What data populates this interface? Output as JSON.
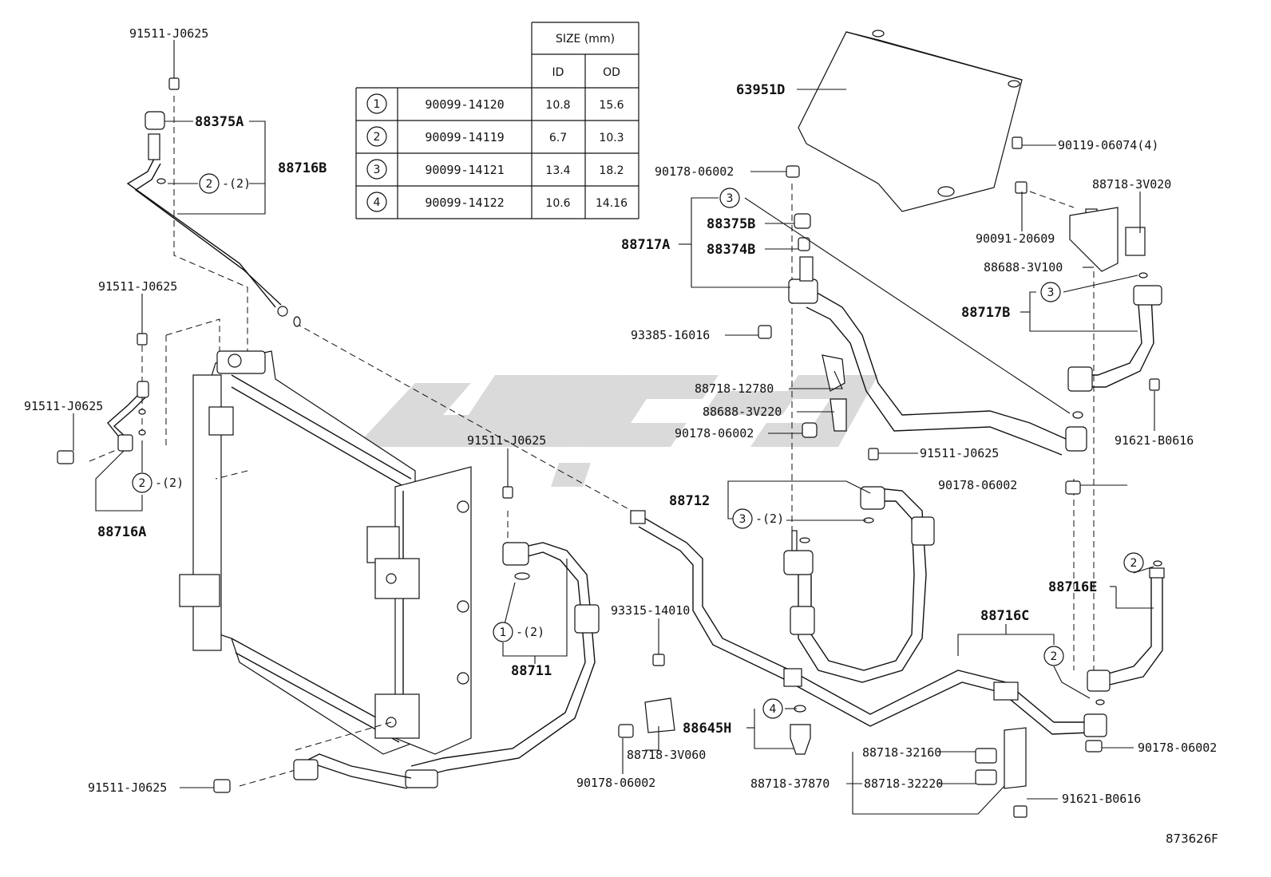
{
  "size_table": {
    "header": "SIZE (mm)",
    "col_id": "ID",
    "col_od": "OD",
    "rows": [
      {
        "no": "1",
        "part": "90099-14120",
        "id": "10.8",
        "od": "15.6"
      },
      {
        "no": "2",
        "part": "90099-14119",
        "id": "6.7",
        "od": "10.3"
      },
      {
        "no": "3",
        "part": "90099-14121",
        "id": "13.4",
        "od": "18.2"
      },
      {
        "no": "4",
        "part": "90099-14122",
        "id": "10.6",
        "od": "14.16"
      }
    ]
  },
  "labels": {
    "l_91511_top": "91511-J0625",
    "l_88375A": "88375A",
    "l_88716B": "88716B",
    "l_c2_top": "2",
    "l_c2_top_q": "-(2)",
    "l_91511_mid": "91511-J0625",
    "l_91511_left": "91511-J0625",
    "l_c2_left": "2",
    "l_c2_left_q": "-(2)",
    "l_88716A": "88716A",
    "l_63951D": "63951D",
    "l_90119": "90119-06074(4)",
    "l_90178_a": "90178-06002",
    "l_c3_a": "3",
    "l_88375B": "88375B",
    "l_88717A": "88717A",
    "l_88374B": "88374B",
    "l_88718_3V020": "88718-3V020",
    "l_90091": "90091-20609",
    "l_88688_3V100": "88688-3V100",
    "l_c3_b": "3",
    "l_88717B": "88717B",
    "l_93385": "93385-16016",
    "l_88718_12780": "88718-12780",
    "l_88688_3V220": "88688-3V220",
    "l_90178_b": "90178-06002",
    "l_91621_a": "91621-B0616",
    "l_91511_center": "91511-J0625",
    "l_91511_right": "91511-J0625",
    "l_90178_c": "90178-06002",
    "l_88712": "88712",
    "l_c3_c": "3",
    "l_c3_c_q": "-(2)",
    "l_c2_e": "2",
    "l_88716E": "88716E",
    "l_c1": "1",
    "l_c1_q": "-(2)",
    "l_88711": "88711",
    "l_93315": "93315-14010",
    "l_88716C": "88716C",
    "l_c2_c": "2",
    "l_c4": "4",
    "l_88645H": "88645H",
    "l_88718_3V060": "88718-3V060",
    "l_90178_d": "90178-06002",
    "l_88718_32160": "88718-32160",
    "l_90178_e": "90178-06002",
    "l_88718_37870": "88718-37870",
    "l_88718_32220": "88718-32220",
    "l_91621_b": "91621-B0616",
    "l_91511_bottom": "91511-J0625",
    "ref_code": "873626F"
  }
}
